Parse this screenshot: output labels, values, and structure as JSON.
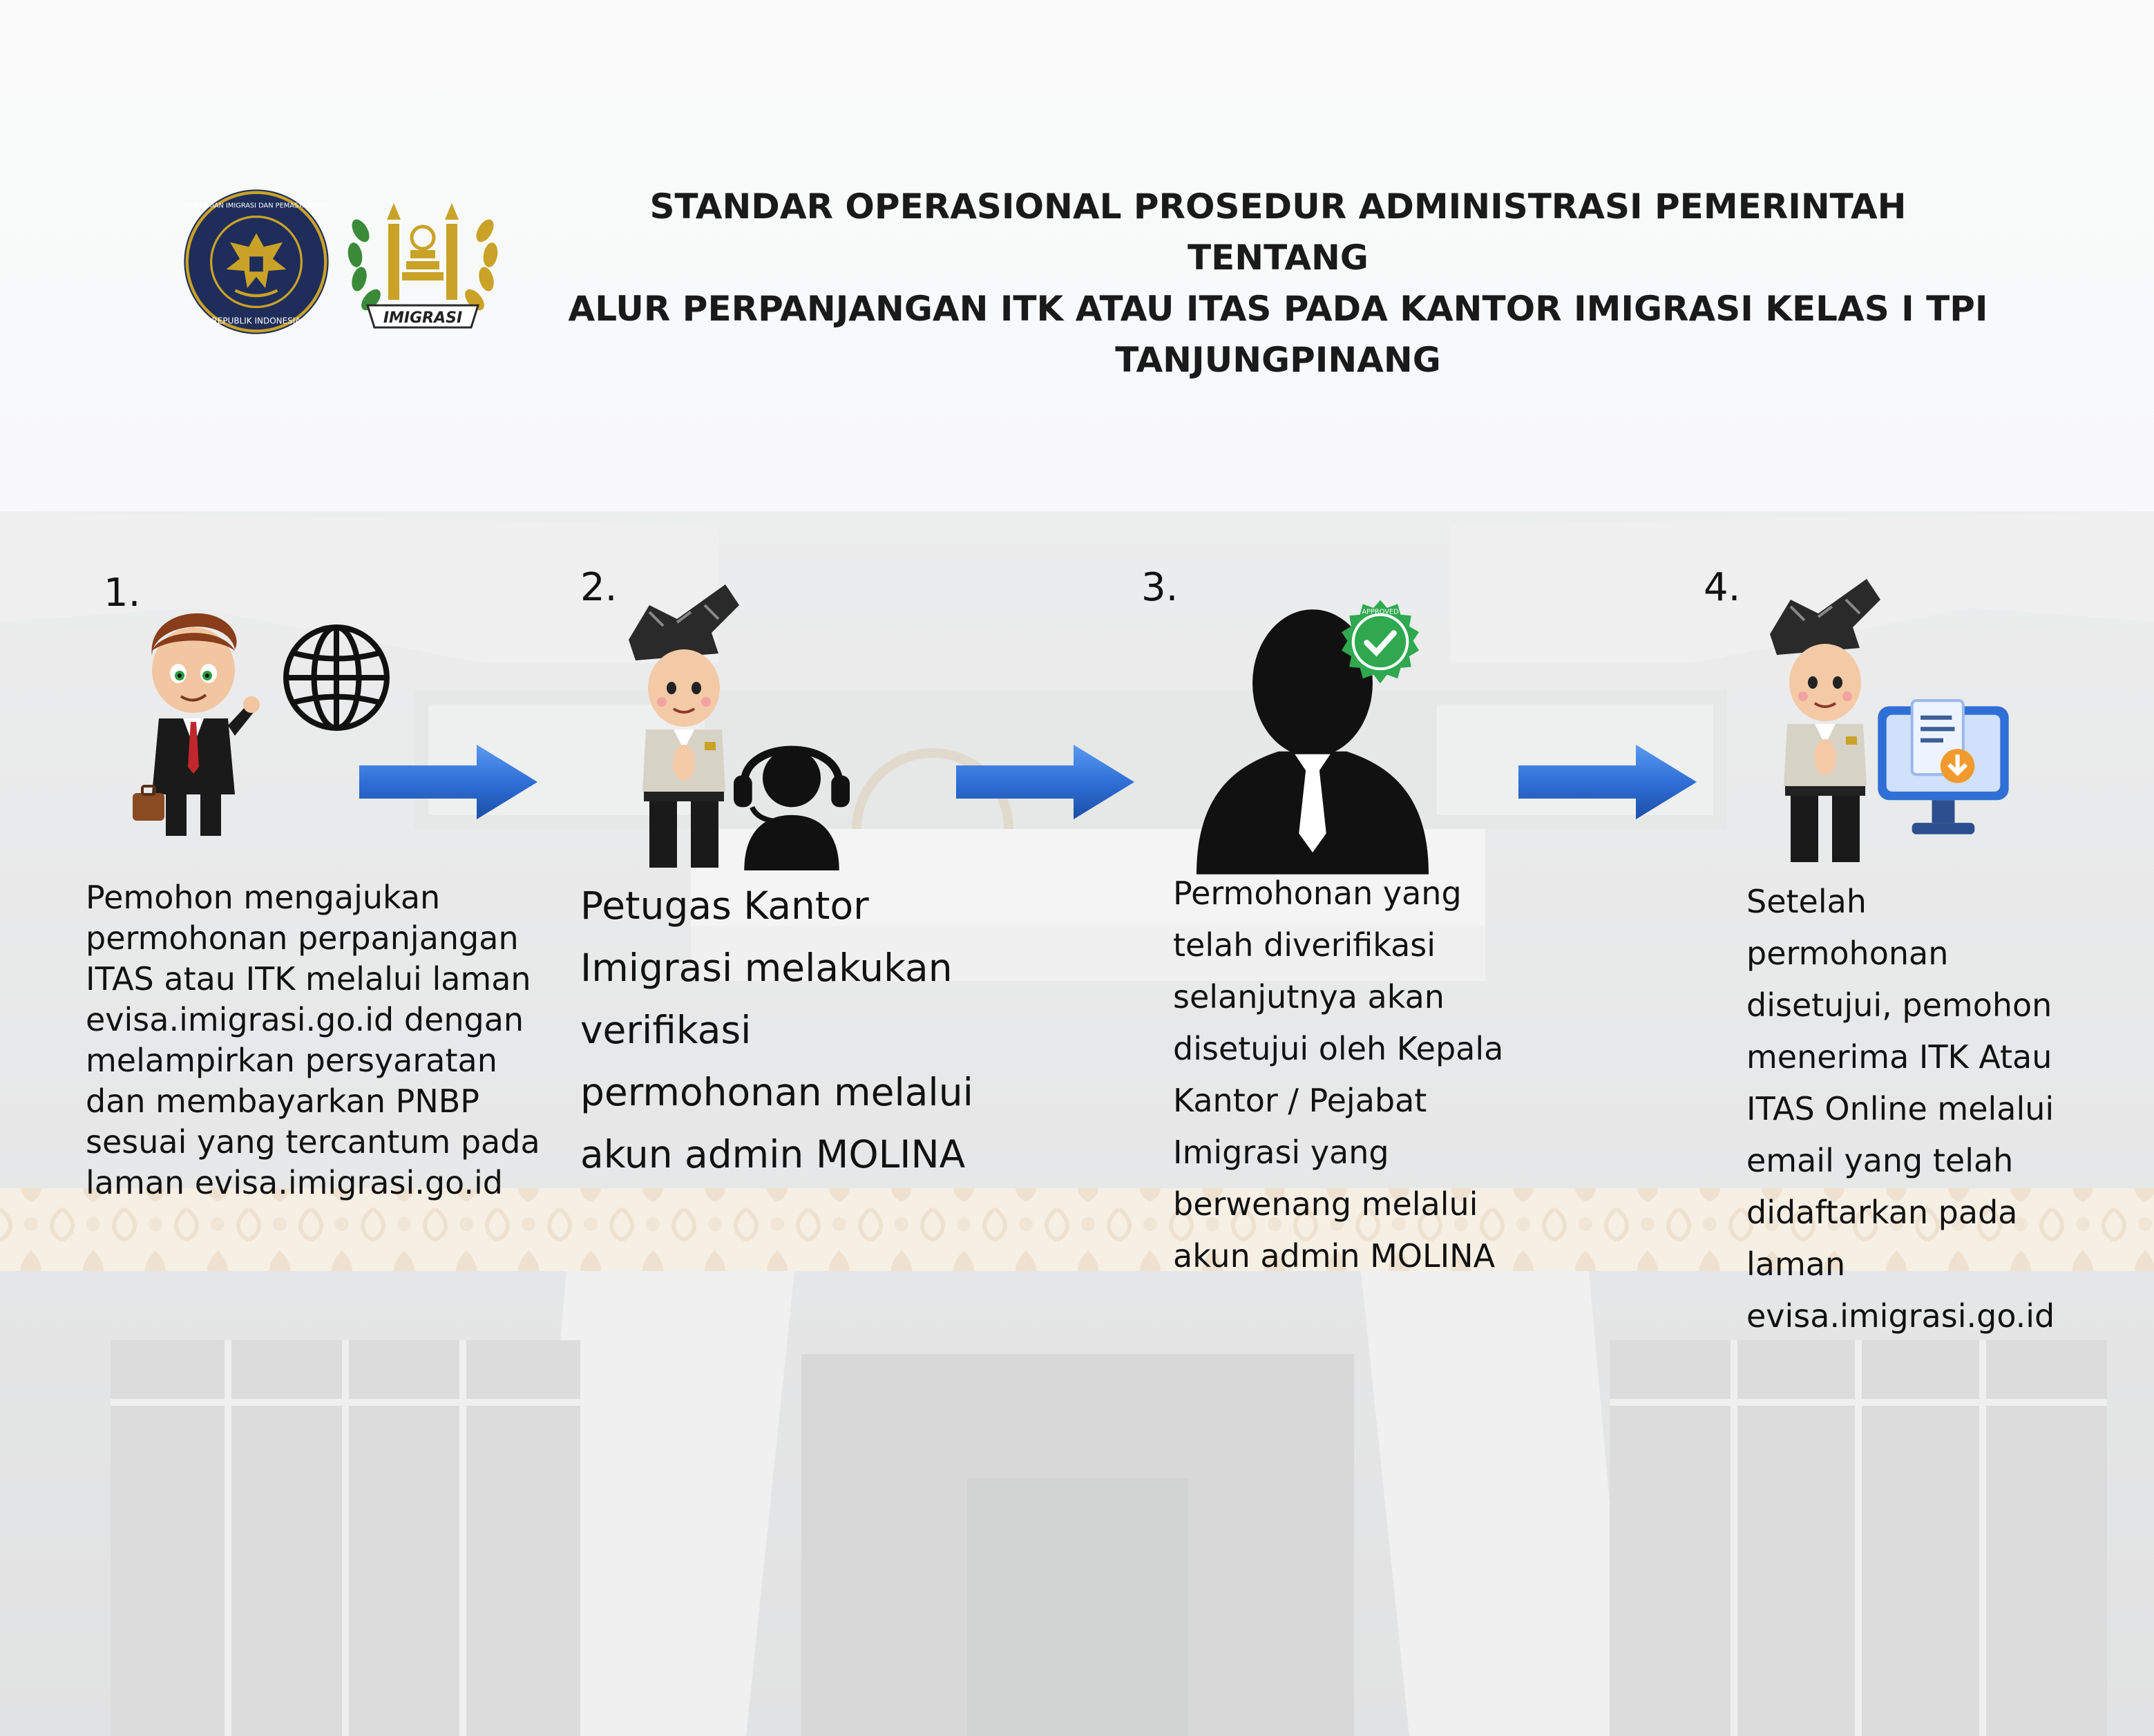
{
  "colors": {
    "sky": "#f4f5f6",
    "building": "#dcdcdc",
    "navy": "#1e2d5a",
    "gold": "#c9a227",
    "arrow_blue": "#2f6fd6",
    "badge_green": "#2fa84f"
  },
  "header": {
    "title_lines": [
      "STANDAR OPERASIONAL PROSEDUR ADMINISTRASI PEMERINTAH",
      "TENTANG",
      "ALUR PERPANJANGAN ITK ATAU ITAS PADA KANTOR IMIGRASI KELAS I TPI",
      "TANJUNGPINANG"
    ],
    "logo_left": {
      "name": "kementerian-imigrasi-seal",
      "ring_top": "KEMENTERIAN IMIGRASI DAN PEMASYARAKATAN",
      "ring_bottom": "REPUBLIK INDONESIA"
    },
    "logo_right": {
      "name": "imigrasi-emblem",
      "banner": "IMIGRASI"
    }
  },
  "steps": [
    {
      "number": "1.",
      "icon": "businessman-icon",
      "secondary_icon": "globe-icon",
      "lines": [
        "Pemohon mengajukan",
        "permohonan perpanjangan",
        "ITAS atau ITK melalui laman",
        "evisa.imigrasi.go.id dengan",
        "melampirkan persyaratan",
        "dan membayarkan PNBP",
        "sesuai yang tercantum pada",
        "laman evisa.imigrasi.go.id"
      ]
    },
    {
      "number": "2.",
      "icon": "officer-icon",
      "secondary_icon": "headset-agent-icon",
      "lines": [
        "Petugas Kantor",
        "Imigrasi melakukan",
        "verifikasi",
        "permohonan melalui",
        "akun admin MOLINA"
      ]
    },
    {
      "number": "3.",
      "icon": "official-silhouette-icon",
      "secondary_icon": "approved-badge-icon",
      "badge_text": "APPROVED",
      "lines": [
        "Permohonan yang",
        "telah diverifikasi",
        "selanjutnya akan",
        "disetujui oleh Kepala",
        "Kantor / Pejabat",
        "Imigrasi yang",
        "berwenang melalui",
        "akun admin MOLINA"
      ]
    },
    {
      "number": "4.",
      "icon": "officer-icon",
      "secondary_icon": "monitor-download-icon",
      "lines": [
        "Setelah",
        "permohonan",
        "disetujui, pemohon",
        "menerima ITK Atau",
        "ITAS Online melalui",
        "email yang telah",
        "didaftarkan pada",
        "laman",
        "evisa.imigrasi.go.id"
      ]
    }
  ],
  "arrows": [
    "arrow-1-to-2",
    "arrow-2-to-3",
    "arrow-3-to-4"
  ]
}
